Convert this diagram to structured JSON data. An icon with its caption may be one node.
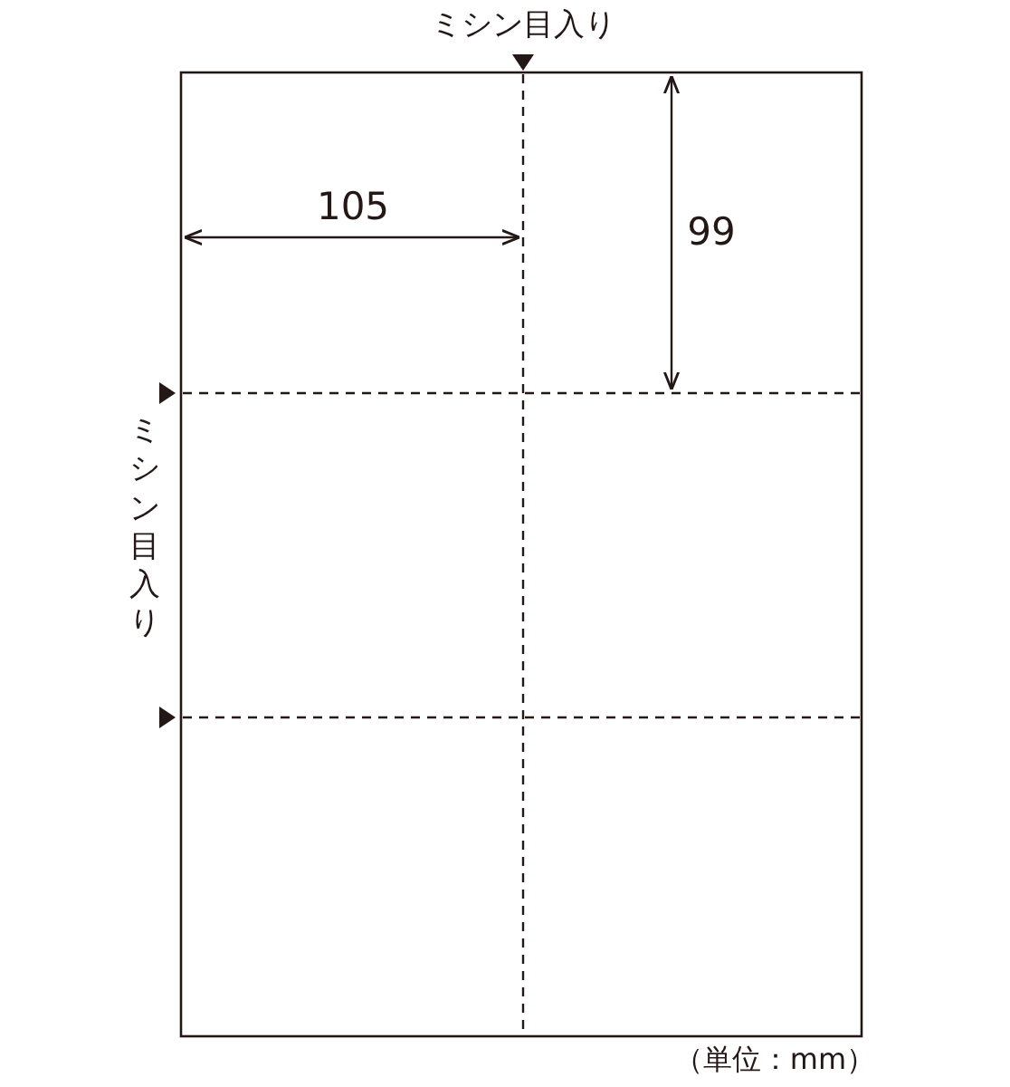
{
  "diagram": {
    "labels": [
      "ミシン目入り",
      "105",
      "99",
      "ミシン目入り",
      "（単位：mm）"
    ]
  }
}
